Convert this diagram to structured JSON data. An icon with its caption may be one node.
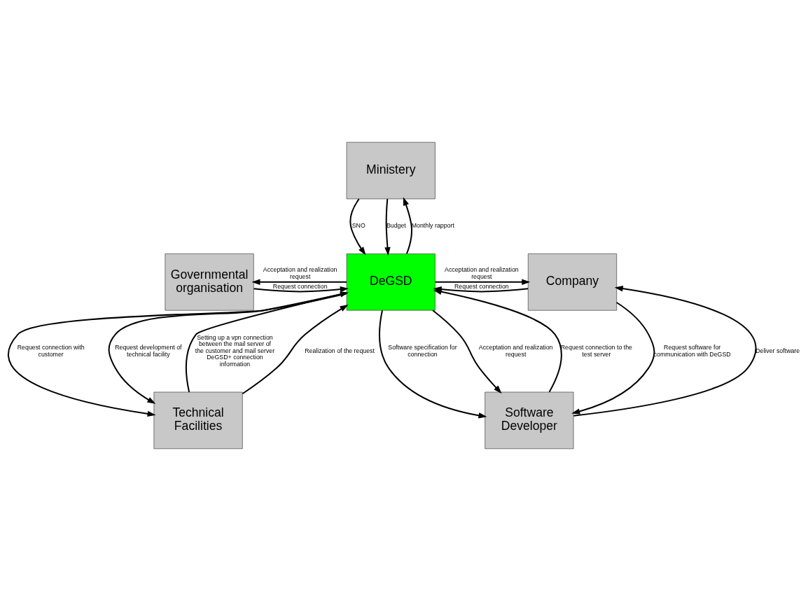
{
  "diagram": {
    "nodes": [
      {
        "text": [
          "Ministery"
        ]
      },
      {
        "text": [
          "Governmental organisation"
        ]
      },
      {
        "text": [
          "DeGSD"
        ]
      },
      {
        "text": [
          "Company"
        ]
      },
      {
        "text": [
          "Technical Facilities"
        ]
      },
      {
        "text": [
          "Software Developer"
        ]
      }
    ],
    "edges": [
      {
        "from": 2,
        "to": 0,
        "arrow": "to",
        "label": "Monthly rapport"
      },
      {
        "from": 0,
        "to": 2,
        "arrow": "to",
        "label": "SNO"
      },
      {
        "from": 0,
        "to": 2,
        "arrow": "to",
        "label": "Budget"
      },
      {
        "from": 1,
        "to": 2,
        "arrow": "to",
        "label": "Request connection"
      },
      {
        "from": 2,
        "to": 1,
        "arrow": "to",
        "label": "Acceptation and realization request"
      },
      {
        "from": 2,
        "to": 3,
        "arrow": "to",
        "label": "Acceptation and realization request"
      },
      {
        "from": 3,
        "to": 2,
        "arrow": "to",
        "label": "Request connection"
      },
      {
        "from": 4,
        "to": 2,
        "arrow": "to",
        "label": "Setting up a vpn connection between the mail server of the customer and mail server DeGSD+ connection information"
      },
      {
        "from": 2,
        "to": 4,
        "arrow": "to",
        "label": "Request connection with customer"
      },
      {
        "from": 4,
        "to": 2,
        "arrow": "to",
        "label": "Realization of the request"
      },
      {
        "from": 2,
        "to": 4,
        "arrow": "to",
        "label": "Request development of technical facility"
      },
      {
        "from": 2,
        "to": 5,
        "arrow": "to",
        "label": "Software specification for connection"
      },
      {
        "from": 2,
        "to": 5,
        "arrow": "to",
        "label": "Acceptation and realization request"
      },
      {
        "from": 5,
        "to": 2,
        "arrow": "to",
        "label": "Request connection to the test server"
      },
      {
        "from": 5,
        "to": 3,
        "arrow": "to",
        "label": "Deliver software"
      },
      {
        "from": 3,
        "to": 5,
        "arrow": "to",
        "label": "Request software for communication with DeGSD"
      }
    ]
  }
}
